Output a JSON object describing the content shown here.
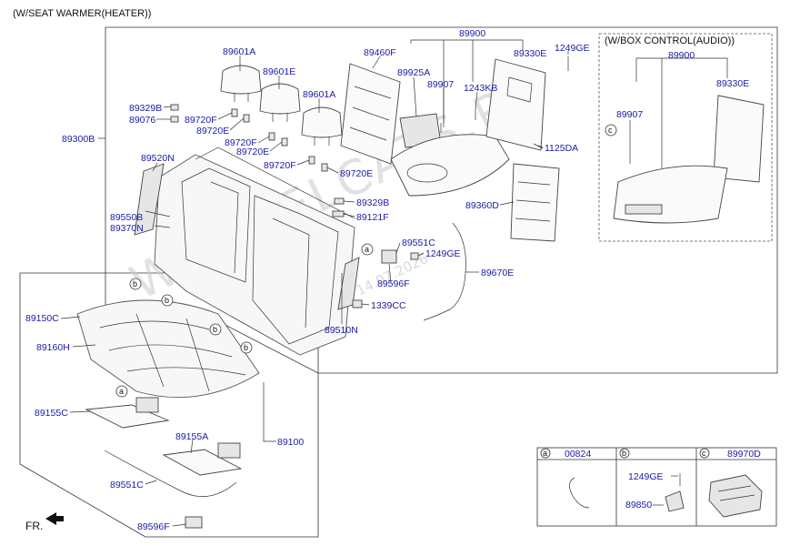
{
  "header": "(W/SEAT WARMER(HEATER))",
  "box_control_header": "(W/BOX CONTROL(AUDIO))",
  "front_marker": "FR.",
  "watermark": {
    "text": "WWW.ELCATS.RU",
    "date": "14.07.2026"
  },
  "callouts": {
    "a": "a",
    "b": "b",
    "c": "c"
  },
  "labels": {
    "p89300B": "89300B",
    "p89601A_1": "89601A",
    "p89601E": "89601E",
    "p89601A_2": "89601A",
    "p89460F": "89460F",
    "p89900_main": "89900",
    "p89925A": "89925A",
    "p89330E_main": "89330E",
    "p1249GE_top": "1249GE",
    "p89907_main": "89907",
    "p1243KB": "1243KB",
    "p1125DA": "1125DA",
    "p89329B_1": "89329B",
    "p89076": "89076",
    "p89720F_1": "89720F",
    "p89720E_1": "89720E",
    "p89720F_2": "89720F",
    "p89720E_2": "89720E",
    "p89720F_3": "89720F",
    "p89720E_3": "89720E",
    "p89520N": "89520N",
    "p89550B": "89550B",
    "p89370N": "89370N",
    "p89329B_2": "89329B",
    "p89121F": "89121F",
    "p89360D": "89360D",
    "p89551C_1": "89551C",
    "p1249GE_mid": "1249GE",
    "p89670E": "89670E",
    "p89596F_1": "89596F",
    "p1339CC": "1339CC",
    "p89510N": "89510N",
    "p89150C": "89150C",
    "p89160H": "89160H",
    "p89155C": "89155C",
    "p89155A": "89155A",
    "p89100": "89100",
    "p89551C_2": "89551C",
    "p89596F_2": "89596F",
    "p89900_box": "89900",
    "p89330E_box": "89330E",
    "p89907_box": "89907"
  },
  "legend": {
    "a_part": "00824",
    "b_part": "1249GE",
    "b_part2": "89850",
    "c_part": "89970D"
  }
}
